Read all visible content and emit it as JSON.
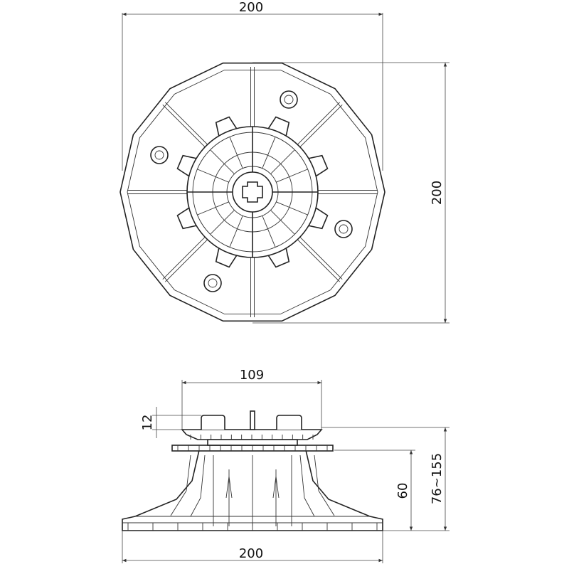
{
  "drawing": {
    "top_view": {
      "width_label": "200",
      "height_label": "200"
    },
    "side_view": {
      "head_width_label": "109",
      "head_height_label": "12",
      "base_height_label": "60",
      "range_label": "76~155",
      "base_width_label": "200"
    }
  },
  "colors": {
    "line": "#222222",
    "background": "#ffffff"
  }
}
